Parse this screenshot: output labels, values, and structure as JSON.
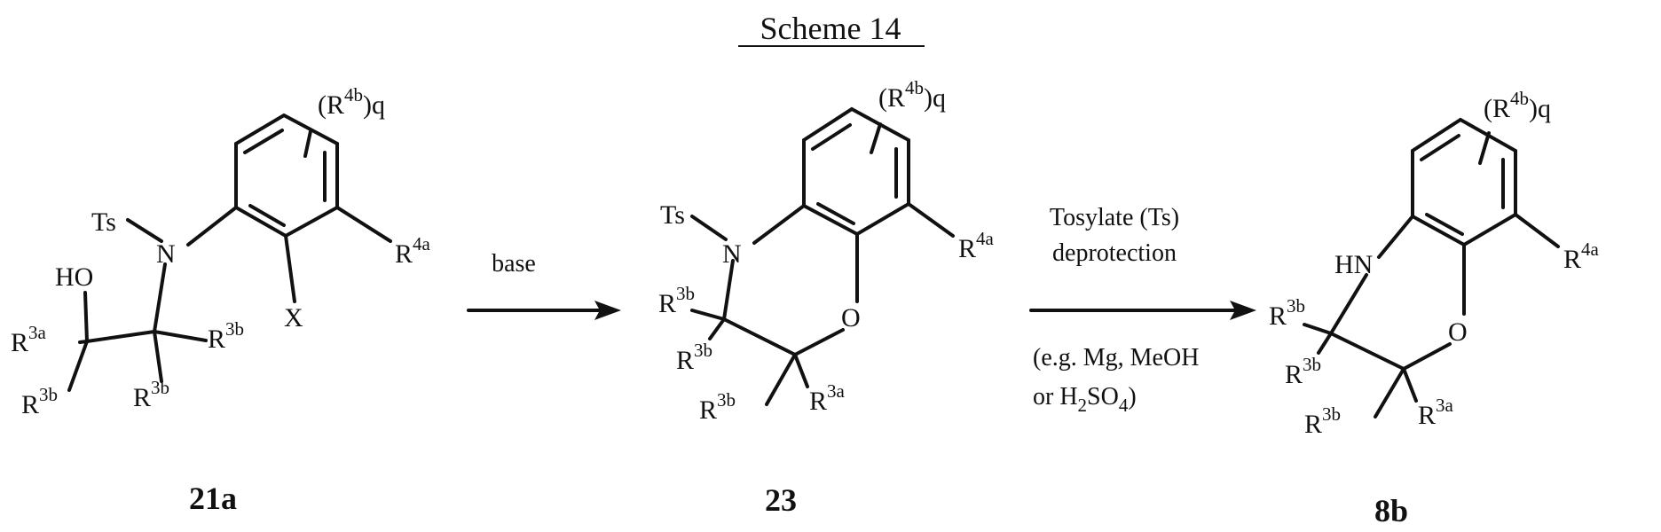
{
  "scheme": {
    "title": "Scheme 14"
  },
  "atoms": {
    "ts": "Ts",
    "n": "N",
    "hn": "HN",
    "o": "O",
    "ho": "HO",
    "x": "X",
    "r": "R",
    "r3a_sup": "3a",
    "r3b_sup": "3b",
    "r4a_sup": "4a",
    "r4b_sup": "4b",
    "r4b_open": "(R",
    "r4b_close": ")q"
  },
  "compounds": [
    {
      "id": "21a"
    },
    {
      "id": "23"
    },
    {
      "id": "8b"
    }
  ],
  "arrows": [
    {
      "reagent": "base"
    },
    {
      "line1": "Tosylate (Ts)",
      "line2": "deprotection",
      "line3": "(e.g. Mg, MeOH",
      "line4_pre": "or H",
      "line4_sub1": "2",
      "line4_mid": "SO",
      "line4_sub2": "4",
      "line4_post": ")"
    }
  ]
}
